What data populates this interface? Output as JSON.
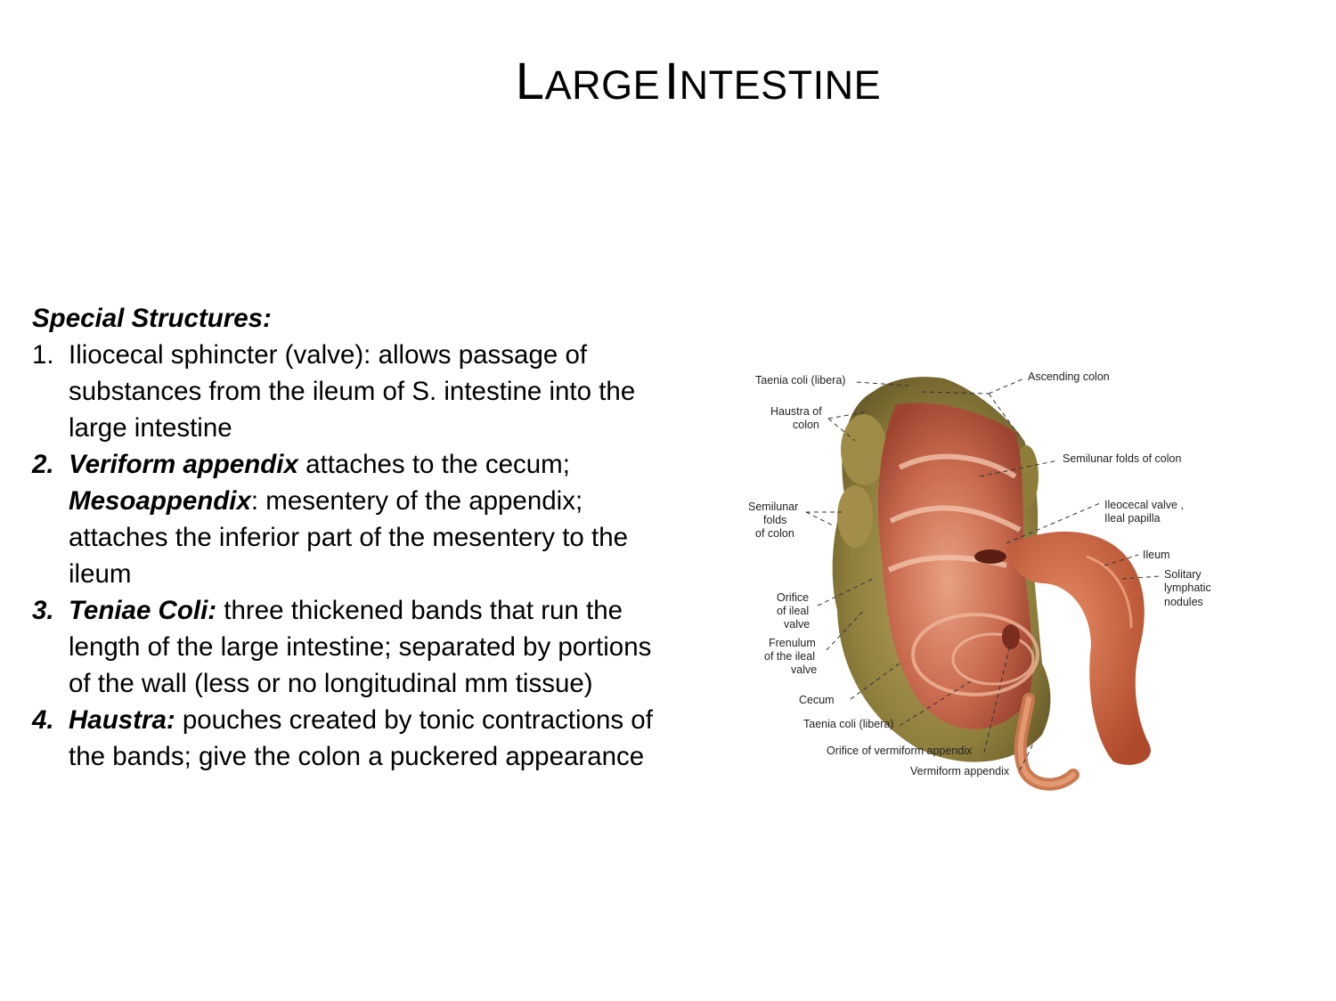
{
  "title": {
    "cap1": "L",
    "rest1": "ARGE",
    "cap2": "I",
    "rest2": "NTESTINE"
  },
  "section_heading": "Special Structures:",
  "items": [
    {
      "number": "1.",
      "term": "",
      "text": "Iliocecal sphincter (valve): allows passage of substances from the ileum of S. intestine into the large intestine"
    },
    {
      "number": "2.",
      "term": "Veriform appendix",
      "text": " attaches to the cecum;",
      "term2": "Mesoappendix",
      "text2": ": mesentery of the appendix; attaches the inferior part of the mesentery to the ileum"
    },
    {
      "number": "3.",
      "term": "Teniae Coli:",
      "text": " three thickened bands that run the length of the large intestine; separated by portions of the wall (less or no longitudinal mm tissue)"
    },
    {
      "number": "4.",
      "term": "Haustra:",
      "text": " pouches created by tonic contractions of the bands; give the colon a puckered appearance"
    }
  ],
  "figure": {
    "labels": {
      "taenia_coli_top": "Taenia coli (libera)",
      "ascending_colon": "Ascending colon",
      "haustra_1": "Haustra of",
      "haustra_2": "colon",
      "semilunar_right": "Semilunar folds of colon",
      "semilunar_left_1": "Semilunar",
      "semilunar_left_2": "folds",
      "semilunar_left_3": "of  colon",
      "ileocecal_1": "Ileocecal valve  ,",
      "ileocecal_2": "Ileal papilla",
      "ileum": "Ileum",
      "solitary_1": "Solitary",
      "solitary_2": "lymphatic",
      "solitary_3": "nodules",
      "orifice_ileal_1": "Orifice",
      "orifice_ileal_2": "of ileal",
      "orifice_ileal_3": "valve",
      "frenulum_1": "Frenulum",
      "frenulum_2": "of the ileal",
      "frenulum_3": "valve",
      "cecum": "Cecum",
      "taenia_coli_bottom": "Taenia coli (libera)",
      "orifice_vermiform": "Orifice of vermiform appendix",
      "vermiform_appendix": "Vermiform appendix"
    }
  }
}
